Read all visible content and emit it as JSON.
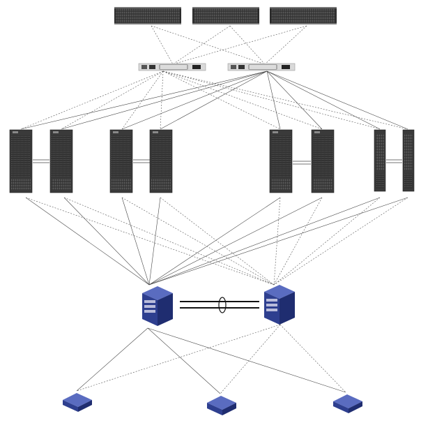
{
  "diagram": {
    "title": "",
    "storage_arrays": [
      {
        "id": "storage-array-1"
      },
      {
        "id": "storage-array-2"
      },
      {
        "id": "storage-array-3"
      }
    ],
    "storage_switches": [
      {
        "id": "fc-switch-1"
      },
      {
        "id": "fc-switch-2"
      }
    ],
    "server_pairs": [
      {
        "id": "server-pair-1",
        "kind": "tower"
      },
      {
        "id": "server-pair-2",
        "kind": "tower"
      },
      {
        "id": "server-pair-3",
        "kind": "tower"
      },
      {
        "id": "server-pair-4",
        "kind": "slim-tower"
      }
    ],
    "core_switches": [
      {
        "id": "core-switch-1"
      },
      {
        "id": "core-switch-2"
      }
    ],
    "access_switches": [
      {
        "id": "access-switch-1"
      },
      {
        "id": "access-switch-2"
      },
      {
        "id": "access-switch-3"
      }
    ],
    "colors": {
      "device_dark": "#3a3a3a",
      "device_blue": "#2e3f8f",
      "device_blue_top": "#5a6cc0",
      "switch_silver": "#d9d9d9",
      "link": "#555555"
    }
  }
}
